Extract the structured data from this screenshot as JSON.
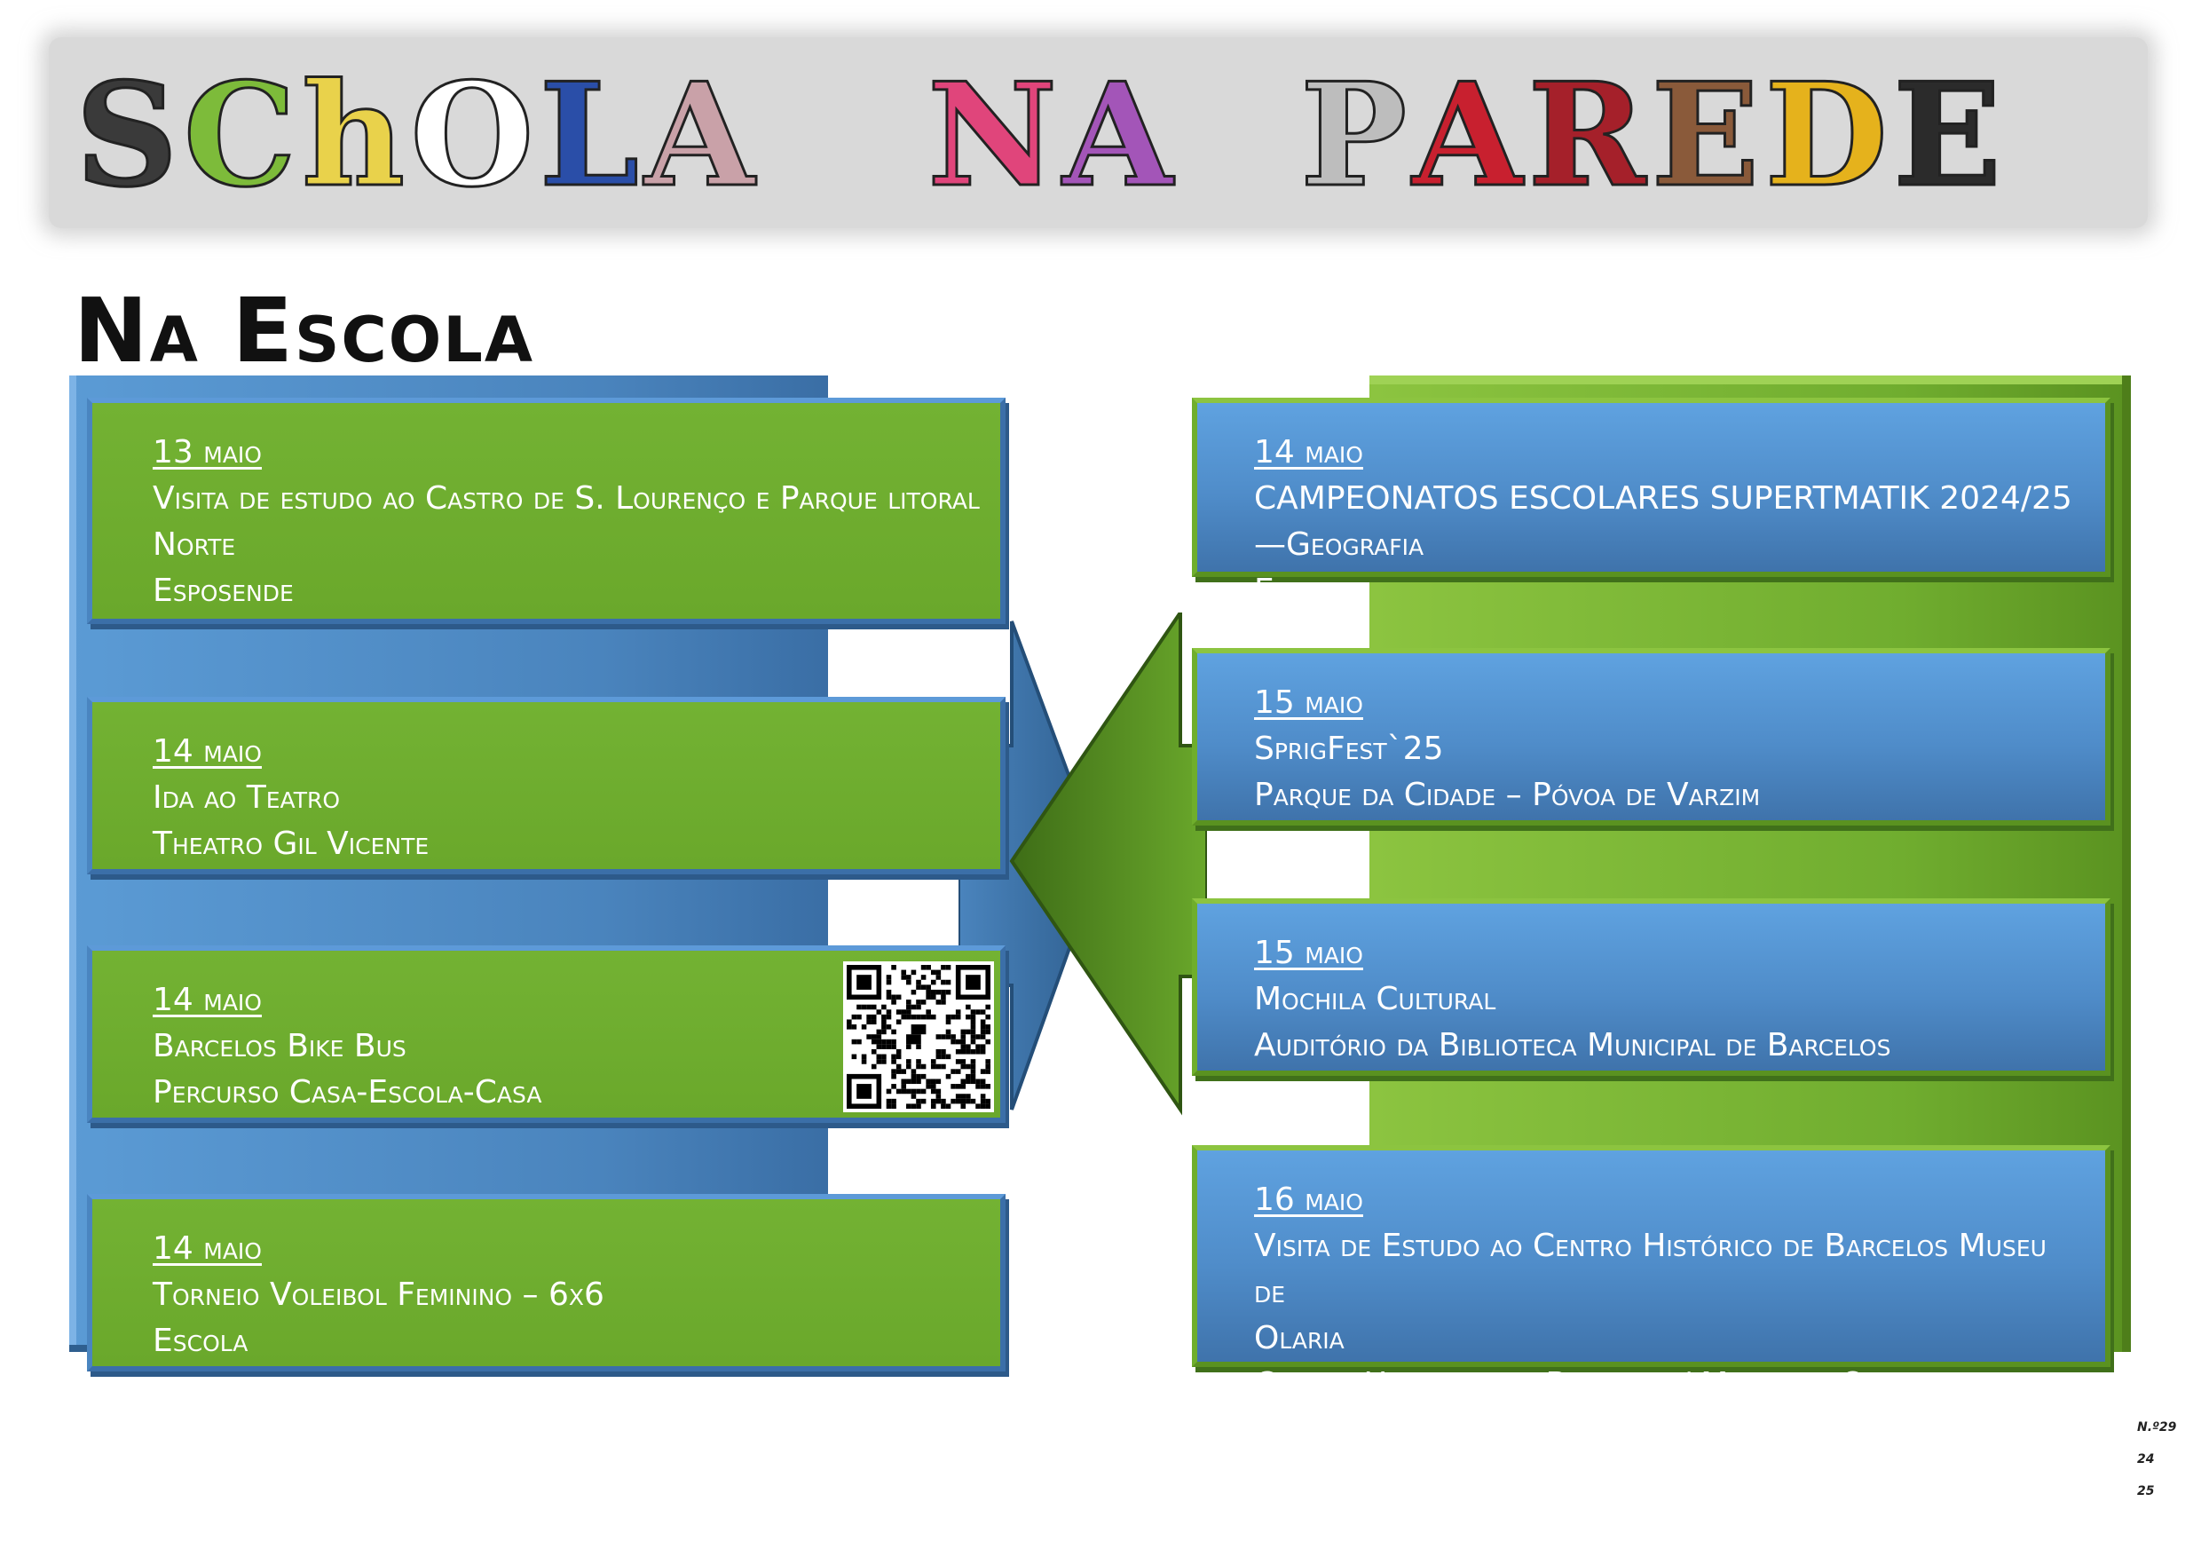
{
  "banner": {
    "words": [
      [
        {
          "ch": "S",
          "color": "#3a3a3a"
        },
        {
          "ch": "C",
          "color": "#7dbb3a"
        },
        {
          "ch": "h",
          "color": "#e9d24b"
        },
        {
          "ch": "O",
          "color": "#ffffff"
        },
        {
          "ch": "L",
          "color": "#2a4ea8"
        },
        {
          "ch": "A",
          "color": "#c9a1a8"
        }
      ],
      [
        {
          "ch": "N",
          "color": "#e0457b"
        },
        {
          "ch": "A",
          "color": "#a355b8"
        }
      ],
      [
        {
          "ch": "P",
          "color": "#bdbdbd"
        },
        {
          "ch": "A",
          "color": "#c8202f"
        },
        {
          "ch": "R",
          "color": "#a5202a"
        },
        {
          "ch": "E",
          "color": "#8a5a3a"
        },
        {
          "ch": "D",
          "color": "#e5b21c"
        },
        {
          "ch": "E",
          "color": "#2b2b2b"
        }
      ]
    ]
  },
  "section": {
    "title": "Na Escola"
  },
  "left_events": [
    {
      "date": "13 maio",
      "lines": [
        "Visita de estudo ao Castro de S. Lourenço e Parque litoral",
        "Norte",
        "Esposende"
      ]
    },
    {
      "date": "14 maio",
      "lines": [
        "Ida ao Teatro",
        "Theatro Gil Vicente"
      ]
    },
    {
      "date": "14 maio",
      "lines": [
        "Barcelos Bike Bus",
        "Percurso Casa-Escola-Casa"
      ]
    },
    {
      "date": "14 maio",
      "lines": [
        "Torneio Voleibol Feminino – 6x6",
        "Escola"
      ]
    }
  ],
  "right_events": [
    {
      "date": "14 maio",
      "lines": [
        "CAMPEONATOS ESCOLARES SUPERTMATIK 2024/25—Geografia",
        "Escola"
      ]
    },
    {
      "date": "15 maio",
      "lines": [
        "SprigFest`25",
        "Parque da Cidade – Póvoa de Varzim"
      ]
    },
    {
      "date": "15 maio",
      "lines": [
        "Mochila Cultural",
        "Auditório da Biblioteca Municipal de Barcelos"
      ]
    },
    {
      "date": "16 maio",
      "lines": [
        "Visita de Estudo ao Centro Histórico de Barcelos Museu de",
        "Olaria",
        "Centro Histórico de Barcelos / Museu de Olaria"
      ]
    }
  ],
  "issue": {
    "number": "N.º29",
    "year_a": "24",
    "year_b": "25"
  },
  "colors": {
    "green_card": "#6aa82b",
    "blue_card": "#4f8cc9",
    "title": "#111111"
  }
}
